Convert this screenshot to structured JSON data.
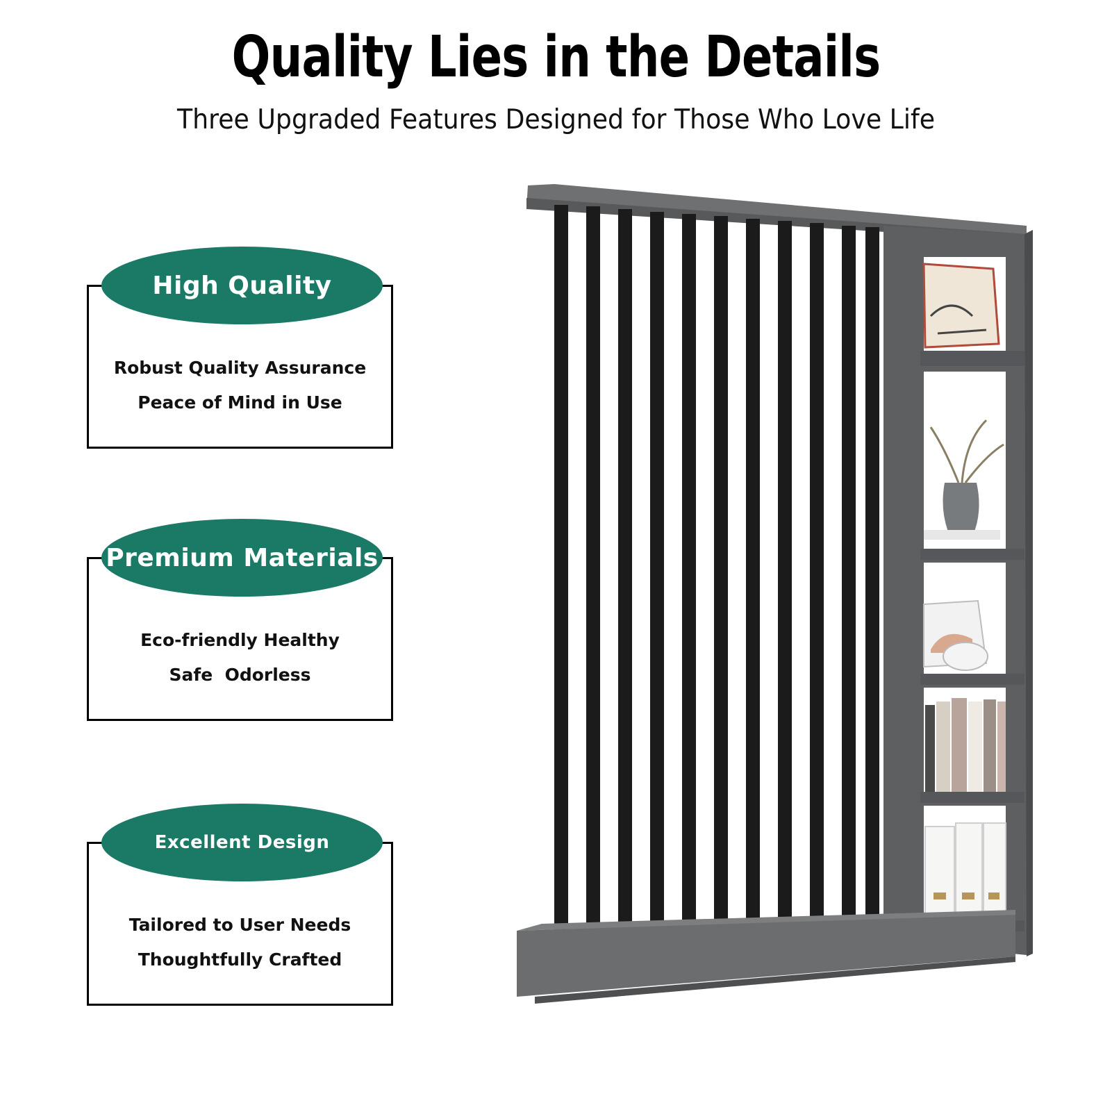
{
  "header": {
    "title": "Quality Lies in the Details",
    "subtitle": "Three Upgraded Features Designed for Those Who Love Life"
  },
  "features": [
    {
      "label": "High Quality",
      "lines": [
        "Robust Quality Assurance",
        "Peace of Mind in Use"
      ]
    },
    {
      "label": "Premium Materials",
      "lines": [
        "Eco-friendly Healthy",
        "Safe  Odorless"
      ]
    },
    {
      "label": "Excellent Design",
      "lines": [
        "Tailored to User Needs",
        "Thoughtfully Crafted"
      ]
    }
  ],
  "colors": {
    "accent": "#1a7a66",
    "cabinet": "#5f6163",
    "slat": "#1b1b1b"
  }
}
